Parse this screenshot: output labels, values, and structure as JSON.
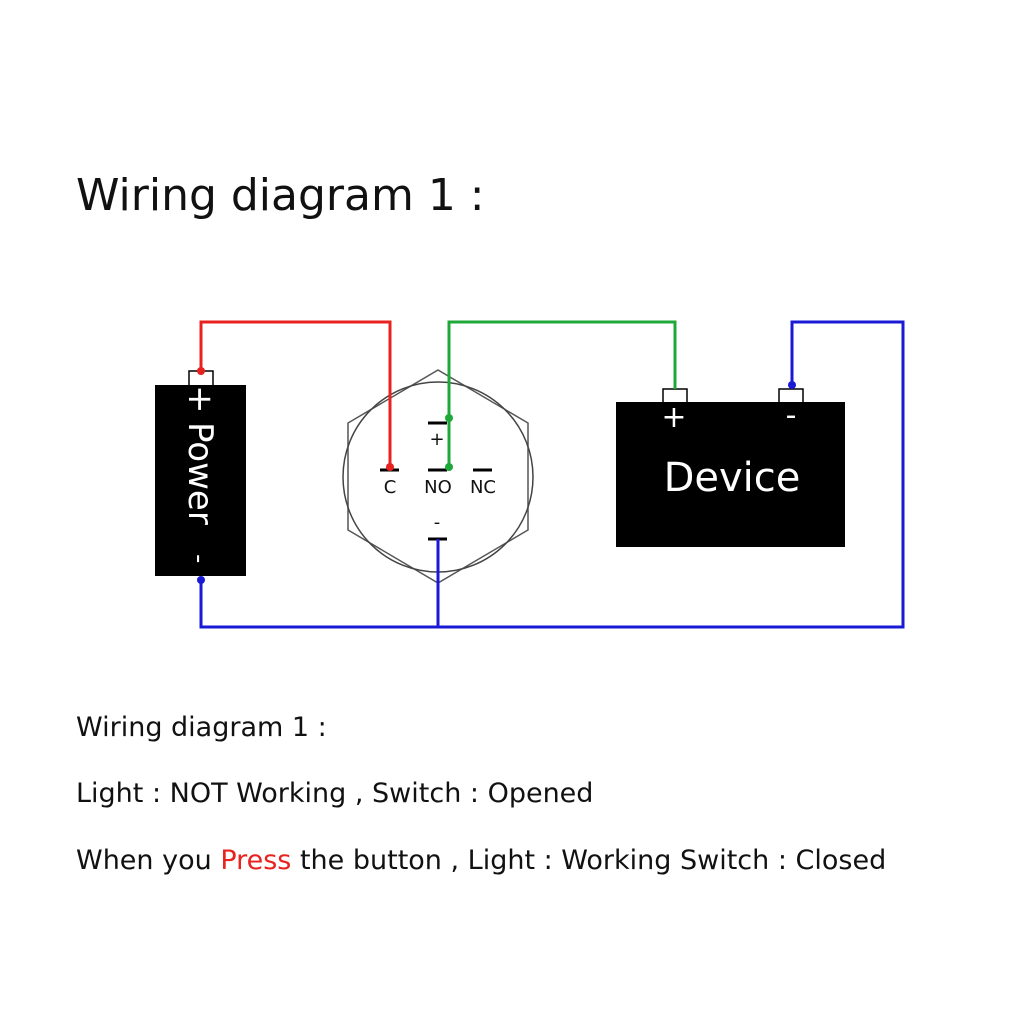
{
  "title": "Wiring diagram 1 :",
  "power": {
    "label": "Power",
    "plus": "+",
    "minus": "-"
  },
  "switch": {
    "plus": "+",
    "minus": "-",
    "c": "C",
    "no": "NO",
    "nc": "NC"
  },
  "device": {
    "label": "Device",
    "plus": "+",
    "minus": "-"
  },
  "wires": {
    "red": "#e8221f",
    "green": "#1fa83a",
    "blue": "#1a1ad6"
  },
  "captions": {
    "line1": "Wiring diagram 1 :",
    "line2": "Light : NOT Working , Switch : Opened",
    "line3_pre": "When you ",
    "line3_highlight": "Press",
    "line3_post": " the button , Light : Working Switch : Closed"
  }
}
